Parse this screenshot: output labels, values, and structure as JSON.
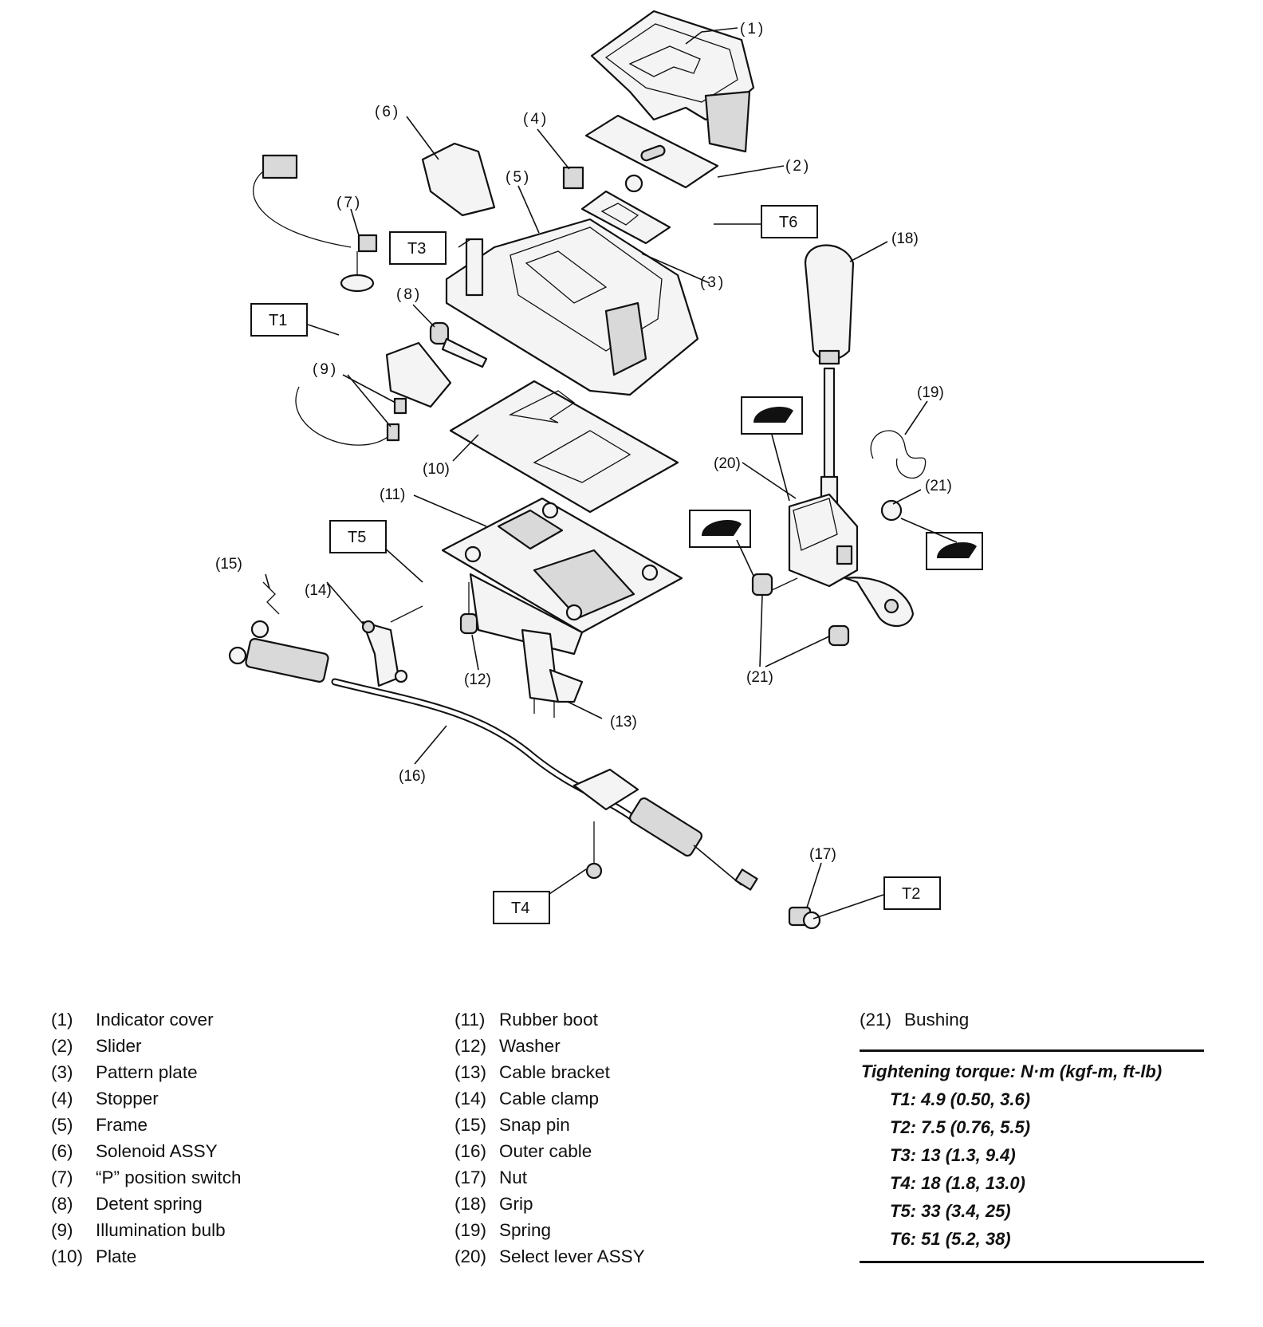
{
  "callouts": {
    "c1": "(1)",
    "c2": "(2)",
    "c3": "(3)",
    "c4": "(4)",
    "c5": "(5)",
    "c6": "(6)",
    "c7": "(7)",
    "c8": "(8)",
    "c9": "(9)",
    "c10": "(10)",
    "c11": "(11)",
    "c12": "(12)",
    "c13": "(13)",
    "c14": "(14)",
    "c15": "(15)",
    "c16": "(16)",
    "c17": "(17)",
    "c18": "(18)",
    "c19": "(19)",
    "c20": "(20)",
    "c21a": "(21)",
    "c21b": "(21)"
  },
  "torque_tags": {
    "t1": "T1",
    "t2": "T2",
    "t3": "T3",
    "t4": "T4",
    "t5": "T5",
    "t6": "T6"
  },
  "parts": [
    {
      "num": "(1)",
      "name": "Indicator cover"
    },
    {
      "num": "(2)",
      "name": "Slider"
    },
    {
      "num": "(3)",
      "name": "Pattern plate"
    },
    {
      "num": "(4)",
      "name": "Stopper"
    },
    {
      "num": "(5)",
      "name": "Frame"
    },
    {
      "num": "(6)",
      "name": "Solenoid ASSY"
    },
    {
      "num": "(7)",
      "name": "“P” position switch"
    },
    {
      "num": "(8)",
      "name": "Detent spring"
    },
    {
      "num": "(9)",
      "name": "Illumination bulb"
    },
    {
      "num": "(10)",
      "name": "Plate"
    },
    {
      "num": "(11)",
      "name": "Rubber boot"
    },
    {
      "num": "(12)",
      "name": "Washer"
    },
    {
      "num": "(13)",
      "name": "Cable bracket"
    },
    {
      "num": "(14)",
      "name": "Cable clamp"
    },
    {
      "num": "(15)",
      "name": "Snap pin"
    },
    {
      "num": "(16)",
      "name": "Outer cable"
    },
    {
      "num": "(17)",
      "name": "Nut"
    },
    {
      "num": "(18)",
      "name": "Grip"
    },
    {
      "num": "(19)",
      "name": "Spring"
    },
    {
      "num": "(20)",
      "name": "Select lever ASSY"
    },
    {
      "num": "(21)",
      "name": "Bushing"
    }
  ],
  "torque": {
    "header": "Tightening torque: N·m (kgf-m, ft-lb)",
    "rows": [
      "T1: 4.9 (0.50, 3.6)",
      "T2: 7.5 (0.76, 5.5)",
      "T3: 13 (1.3, 9.4)",
      "T4: 18 (1.8, 13.0)",
      "T5: 33 (3.4, 25)",
      "T6: 51 (5.2, 38)"
    ]
  }
}
